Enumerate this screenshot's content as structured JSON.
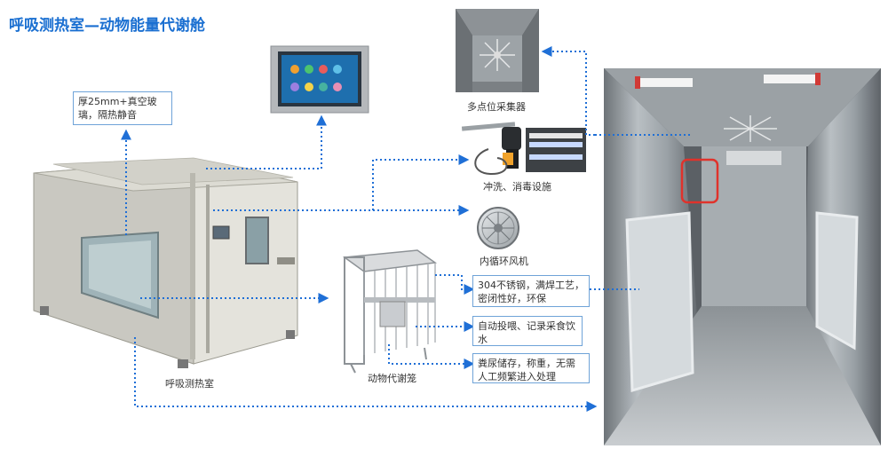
{
  "title": "呼吸测热室—动物能量代谢舱",
  "callouts": {
    "glass": "厚25mm+真空玻璃，隔热静音",
    "steel": "304不锈钢，满焊工艺，密闭性好，环保",
    "feeding": "自动投喂、记录采食饮水",
    "waste": "粪尿储存，称重，无需人工频繁进入处理"
  },
  "labels": {
    "collector": "多点位采集器",
    "cleaning": "冲洗、消毒设施",
    "fan": "内循环风机",
    "chamber": "呼吸测热室",
    "cage": "动物代谢笼"
  },
  "colors": {
    "title": "#1a6fd1",
    "connector": "#1f6fd6",
    "highlight": "#e0322b"
  }
}
